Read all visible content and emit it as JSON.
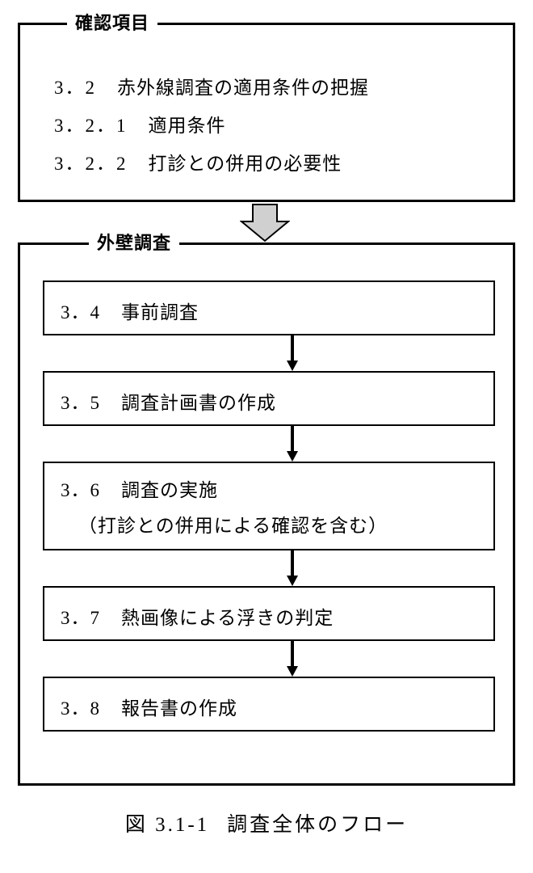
{
  "figure": {
    "caption_number": "図 3.1-1",
    "caption_title": "調査全体のフロー"
  },
  "top_group": {
    "legend": "確認項目",
    "items": [
      {
        "number": "3．2",
        "label": "赤外線調査の適用条件の把握"
      },
      {
        "number": "3．2．1",
        "label": "適用条件"
      },
      {
        "number": "3．2．2",
        "label": "打診との併用の必要性"
      }
    ]
  },
  "flow_arrow": {
    "name": "down-arrow",
    "fill": "#d0d0d0",
    "stroke": "#000000"
  },
  "bottom_group": {
    "legend": "外壁調査",
    "steps": [
      {
        "number": "3．4",
        "label": "事前調査",
        "sub": ""
      },
      {
        "number": "3．5",
        "label": "調査計画書の作成",
        "sub": ""
      },
      {
        "number": "3．6",
        "label": "調査の実施",
        "sub": "（打診との併用による確認を含む）"
      },
      {
        "number": "3．7",
        "label": "熱画像による浮きの判定",
        "sub": ""
      },
      {
        "number": "3．8",
        "label": "報告書の作成",
        "sub": ""
      }
    ]
  },
  "colors": {
    "line": "#000000",
    "background": "#ffffff",
    "arrow_fill": "#d0d0d0"
  }
}
